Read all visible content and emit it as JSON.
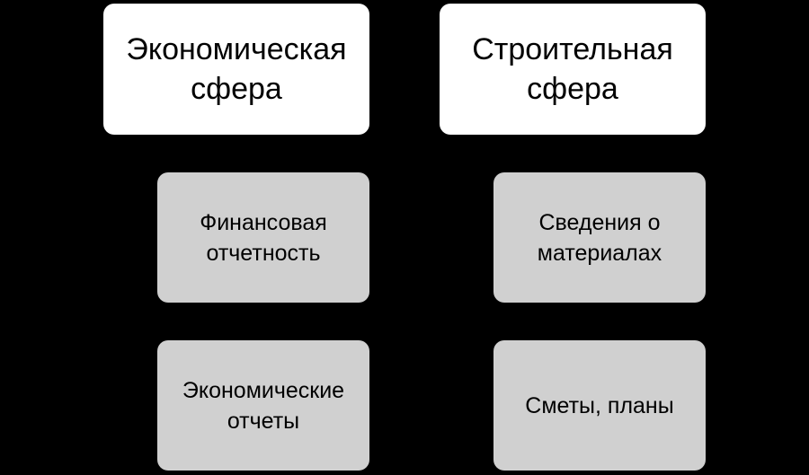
{
  "columns": [
    {
      "head": "Экономическая\nсфера",
      "items": [
        "Финансовая\nотчетность",
        "Экономические\nотчеты"
      ]
    },
    {
      "head": "Строительная\nсфера",
      "items": [
        "Сведения о\nматериалах",
        "Сметы, планы"
      ]
    }
  ],
  "colors": {
    "background": "#000000",
    "head_box": "#ffffff",
    "item_box": "#d0d0d0",
    "text": "#000000"
  }
}
